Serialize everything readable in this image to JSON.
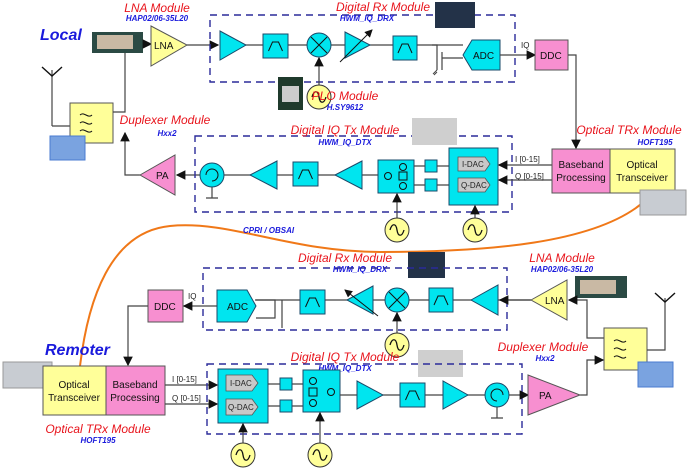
{
  "local": {
    "site_label": "Local",
    "lna_module": {
      "title": "LNA Module",
      "part": "HAP02/06-35L20",
      "block": "LNA"
    },
    "rx_module": {
      "title": "Digital Rx Module",
      "part": "HWM_IQ_DRX",
      "adc": "ADC"
    },
    "plo_module": {
      "title": "PLO Module",
      "part": "H.SY9612"
    },
    "ddc": "DDC",
    "iq_label": "IQ",
    "duplexer_module": {
      "title": "Duplexer Module",
      "part": "Hxx2"
    },
    "pa": "PA",
    "tx_module": {
      "title": "Digital IQ Tx Module",
      "part": "HWM_IQ_DTX",
      "idac": "I-DAC",
      "qdac": "Q-DAC"
    },
    "i_bus": "I [0-15]",
    "q_bus": "Q [0-15]",
    "optical_module": {
      "title": "Optical TRx Module",
      "part": "HOFT195",
      "baseband_1": "Baseband",
      "baseband_2": "Processing",
      "optical_1": "Optical",
      "optical_2": "Transceiver"
    }
  },
  "link_label": "CPRI  / OBSAI",
  "remote": {
    "site_label": "Remoter",
    "lna_module": {
      "title": "LNA Module",
      "part": "HAP02/06-35L20",
      "block": "LNA"
    },
    "rx_module": {
      "title": "Digital Rx Module",
      "part": "HWM_IQ_DRX",
      "adc": "ADC"
    },
    "ddc": "DDC",
    "iq_label": "IQ",
    "duplexer_module": {
      "title": "Duplexer Module",
      "part": "Hxx2"
    },
    "pa": "PA",
    "tx_module": {
      "title": "Digital IQ Tx Module",
      "part": "HWM_IQ_DTX",
      "idac": "I-DAC",
      "qdac": "Q-DAC"
    },
    "i_bus": "I [0-15]",
    "q_bus": "Q [0-15]",
    "optical_module": {
      "title": "Optical TRx Module",
      "part": "HOFT195",
      "baseband_1": "Baseband",
      "baseband_2": "Processing",
      "optical_1": "Optical",
      "optical_2": "Transceiver"
    }
  },
  "colors": {
    "component": "#00e5ef",
    "lna": "#ffff99",
    "pa": "#f78fd0",
    "link": "#f07818",
    "module_title": "#e8141c",
    "part_number": "#1a1adc"
  }
}
